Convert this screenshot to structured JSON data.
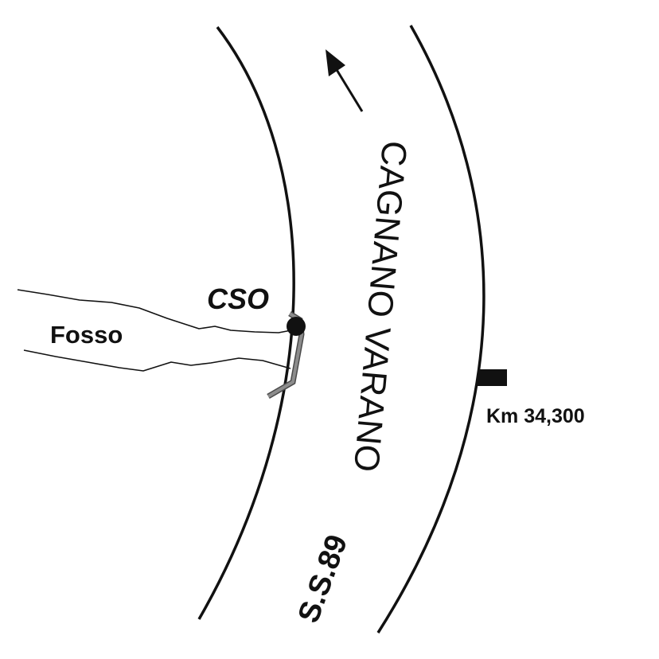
{
  "labels": {
    "fosso": "Fosso",
    "cso": "CSO",
    "road_name": "CAGNANO VARANO",
    "road_number": "S.S.89",
    "km_marker": "Km 34,300"
  },
  "icons": {
    "direction": "arrow-up-left-icon",
    "outfall": "filled-circle-icon",
    "km_marker": "black-rectangle-icon"
  },
  "colors": {
    "line": "#111111",
    "culvert": "#808080",
    "culvert_outline": "#4a4a4a",
    "background": "#ffffff"
  }
}
